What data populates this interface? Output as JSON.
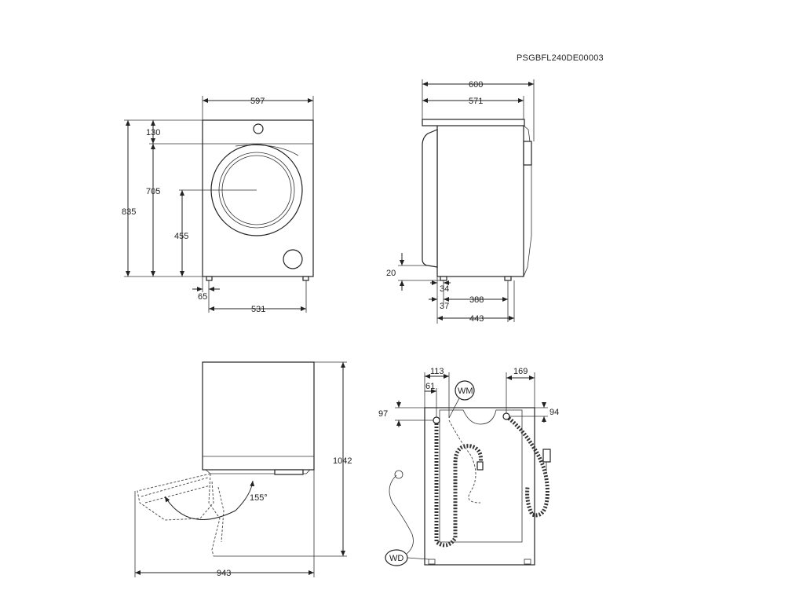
{
  "model_code": "PSGBFL240DE00003",
  "front": {
    "width": "597",
    "top_to_door": "130",
    "door_height": "705",
    "total_height": "835",
    "door_center_height": "455",
    "foot_offset": "65",
    "feet_spacing": "531"
  },
  "side": {
    "depth_total": "600",
    "depth_body": "571",
    "foot_height": "20",
    "foot_offset": "34",
    "foot_to_foot": "388",
    "front_to_foot": "37",
    "foot_span": "443"
  },
  "top": {
    "open_height": "1042",
    "door_angle": "155°",
    "open_depth": "943"
  },
  "back": {
    "wm_horizontal": "113",
    "wm_inner": "61",
    "wm_label": "WM",
    "wm_vertical": "97",
    "right_horizontal": "169",
    "right_vertical": "94",
    "wd_label": "WD"
  }
}
